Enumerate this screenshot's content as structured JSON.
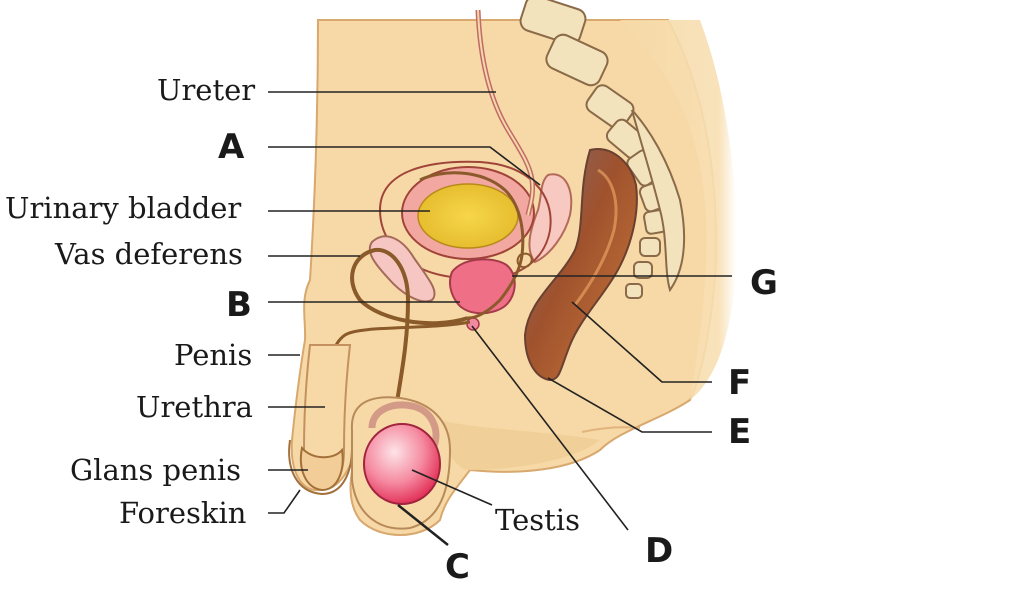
{
  "labels": {
    "ureter": "Ureter",
    "a": "A",
    "urinary_bladder": "Urinary bladder",
    "vas_deferens": "Vas deferens",
    "b": "B",
    "penis": "Penis",
    "urethra": "Urethra",
    "glans_penis": "Glans penis",
    "foreskin": "Foreskin",
    "testis": "Testis",
    "c": "C",
    "d": "D",
    "e": "E",
    "f": "F",
    "g": "G"
  },
  "colors": {
    "skin": "#f6d9a6",
    "skin_shadow": "#efc38a",
    "outline": "#7a5a3a",
    "bone": "#f3e3bd",
    "bladder_wall": "#f2a7a0",
    "bladder_inner": "#e8c43a",
    "gland_pink": "#ee6f86",
    "testis_pink": "#f25c7c",
    "rectum_brown": "#b15a2c",
    "rectum_dark": "#8a4b3a",
    "leader": "#222222"
  }
}
